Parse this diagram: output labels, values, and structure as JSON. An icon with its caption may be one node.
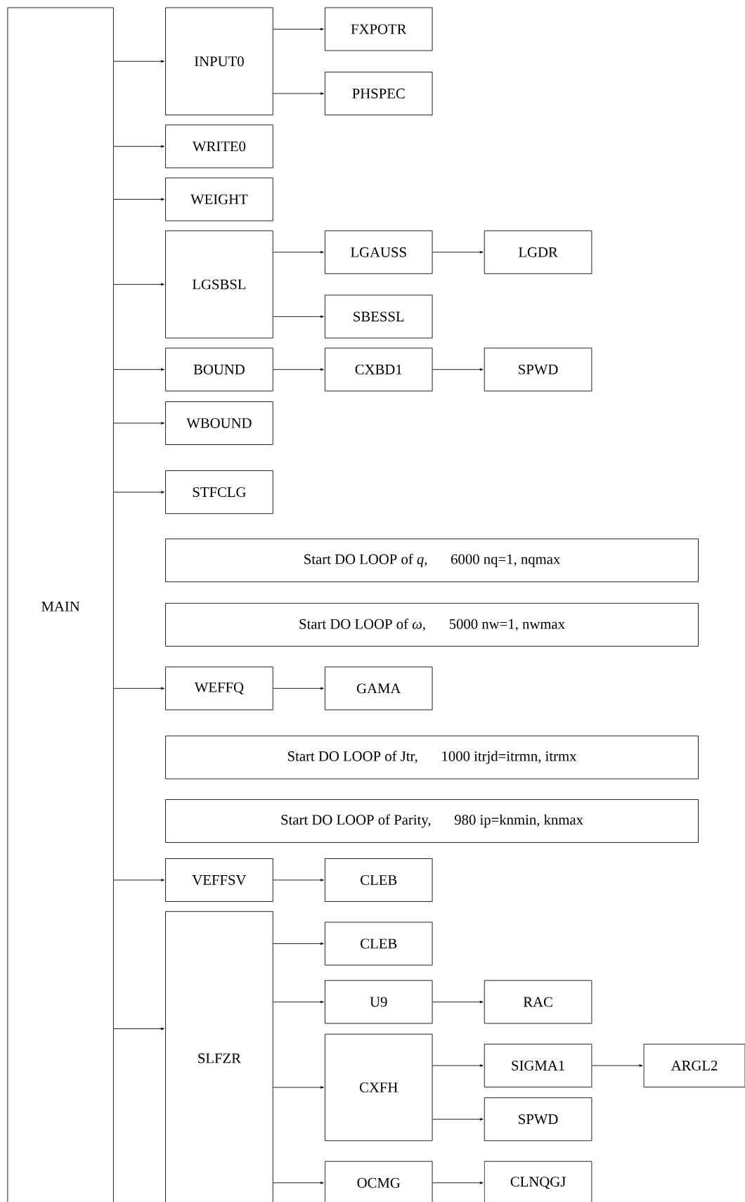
{
  "diagram": {
    "nodes": [
      {
        "text": [
          "MAIN"
        ]
      },
      {
        "text": [
          "INPUT0"
        ]
      },
      {
        "text": [
          "FXPOTR"
        ]
      },
      {
        "text": [
          "PHSPEC"
        ]
      },
      {
        "text": [
          "WRITE0"
        ]
      },
      {
        "text": [
          "WEIGHT"
        ]
      },
      {
        "text": [
          "LGSBSL"
        ]
      },
      {
        "text": [
          "LGAUSS"
        ]
      },
      {
        "text": [
          "LGDR"
        ]
      },
      {
        "text": [
          "SBESSL"
        ]
      },
      {
        "text": [
          "BOUND"
        ]
      },
      {
        "text": [
          "CXBD1"
        ]
      },
      {
        "text": [
          "SPWD"
        ]
      },
      {
        "text": [
          "WBOUND"
        ]
      },
      {
        "text": [
          "STFCLG"
        ]
      },
      {
        "text": [
          "Start DO LOOP of *q*,",
          "6000 nq=1, nqmax"
        ]
      },
      {
        "text": [
          "Start DO LOOP of *ω*,",
          "5000 nw=1, nwmax"
        ]
      },
      {
        "text": [
          "WEFFQ"
        ]
      },
      {
        "text": [
          "GAMA"
        ]
      },
      {
        "text": [
          "Start DO LOOP of Jtr,",
          "1000 itrjd=itrmn, itrmx"
        ]
      },
      {
        "text": [
          "Start DO LOOP of Parity,",
          "980 ip=knmin, knmax"
        ]
      },
      {
        "text": [
          "VEFFSV"
        ]
      },
      {
        "text": [
          "CLEB"
        ]
      },
      {
        "text": [
          "SLFZR"
        ]
      },
      {
        "text": [
          "CLEB"
        ]
      },
      {
        "text": [
          "U9"
        ]
      },
      {
        "text": [
          "RAC"
        ]
      },
      {
        "text": [
          "CXFH"
        ]
      },
      {
        "text": [
          "SIGMA1"
        ]
      },
      {
        "text": [
          "ARGL2"
        ]
      },
      {
        "text": [
          "SPWD"
        ]
      },
      {
        "text": [
          "OCMG"
        ]
      },
      {
        "text": [
          "CLNQGJ"
        ]
      }
    ],
    "edges": [
      {
        "from": 0,
        "to": 1,
        "arrow": "to"
      },
      {
        "from": 0,
        "to": 4,
        "arrow": "to"
      },
      {
        "from": 0,
        "to": 5,
        "arrow": "to"
      },
      {
        "from": 0,
        "to": 6,
        "arrow": "to"
      },
      {
        "from": 0,
        "to": 10,
        "arrow": "to"
      },
      {
        "from": 0,
        "to": 13,
        "arrow": "to"
      },
      {
        "from": 0,
        "to": 14,
        "arrow": "to"
      },
      {
        "from": 0,
        "to": 17,
        "arrow": "to"
      },
      {
        "from": 0,
        "to": 21,
        "arrow": "to"
      },
      {
        "from": 0,
        "to": 23,
        "arrow": "to"
      },
      {
        "from": 1,
        "to": 2,
        "arrow": "to"
      },
      {
        "from": 1,
        "to": 3,
        "arrow": "to"
      },
      {
        "from": 6,
        "to": 7,
        "arrow": "to"
      },
      {
        "from": 7,
        "to": 8,
        "arrow": "to"
      },
      {
        "from": 6,
        "to": 9,
        "arrow": "to"
      },
      {
        "from": 10,
        "to": 11,
        "arrow": "to"
      },
      {
        "from": 11,
        "to": 12,
        "arrow": "to"
      },
      {
        "from": 17,
        "to": 18,
        "arrow": "to"
      },
      {
        "from": 21,
        "to": 22,
        "arrow": "to"
      },
      {
        "from": 23,
        "to": 24,
        "arrow": "to"
      },
      {
        "from": 23,
        "to": 25,
        "arrow": "to"
      },
      {
        "from": 25,
        "to": 26,
        "arrow": "to"
      },
      {
        "from": 23,
        "to": 27,
        "arrow": "to"
      },
      {
        "from": 27,
        "to": 28,
        "arrow": "to"
      },
      {
        "from": 28,
        "to": 29,
        "arrow": "to"
      },
      {
        "from": 27,
        "to": 30,
        "arrow": "to"
      },
      {
        "from": 23,
        "to": 31,
        "arrow": "to"
      },
      {
        "from": 31,
        "to": 32,
        "arrow": "to"
      }
    ]
  }
}
